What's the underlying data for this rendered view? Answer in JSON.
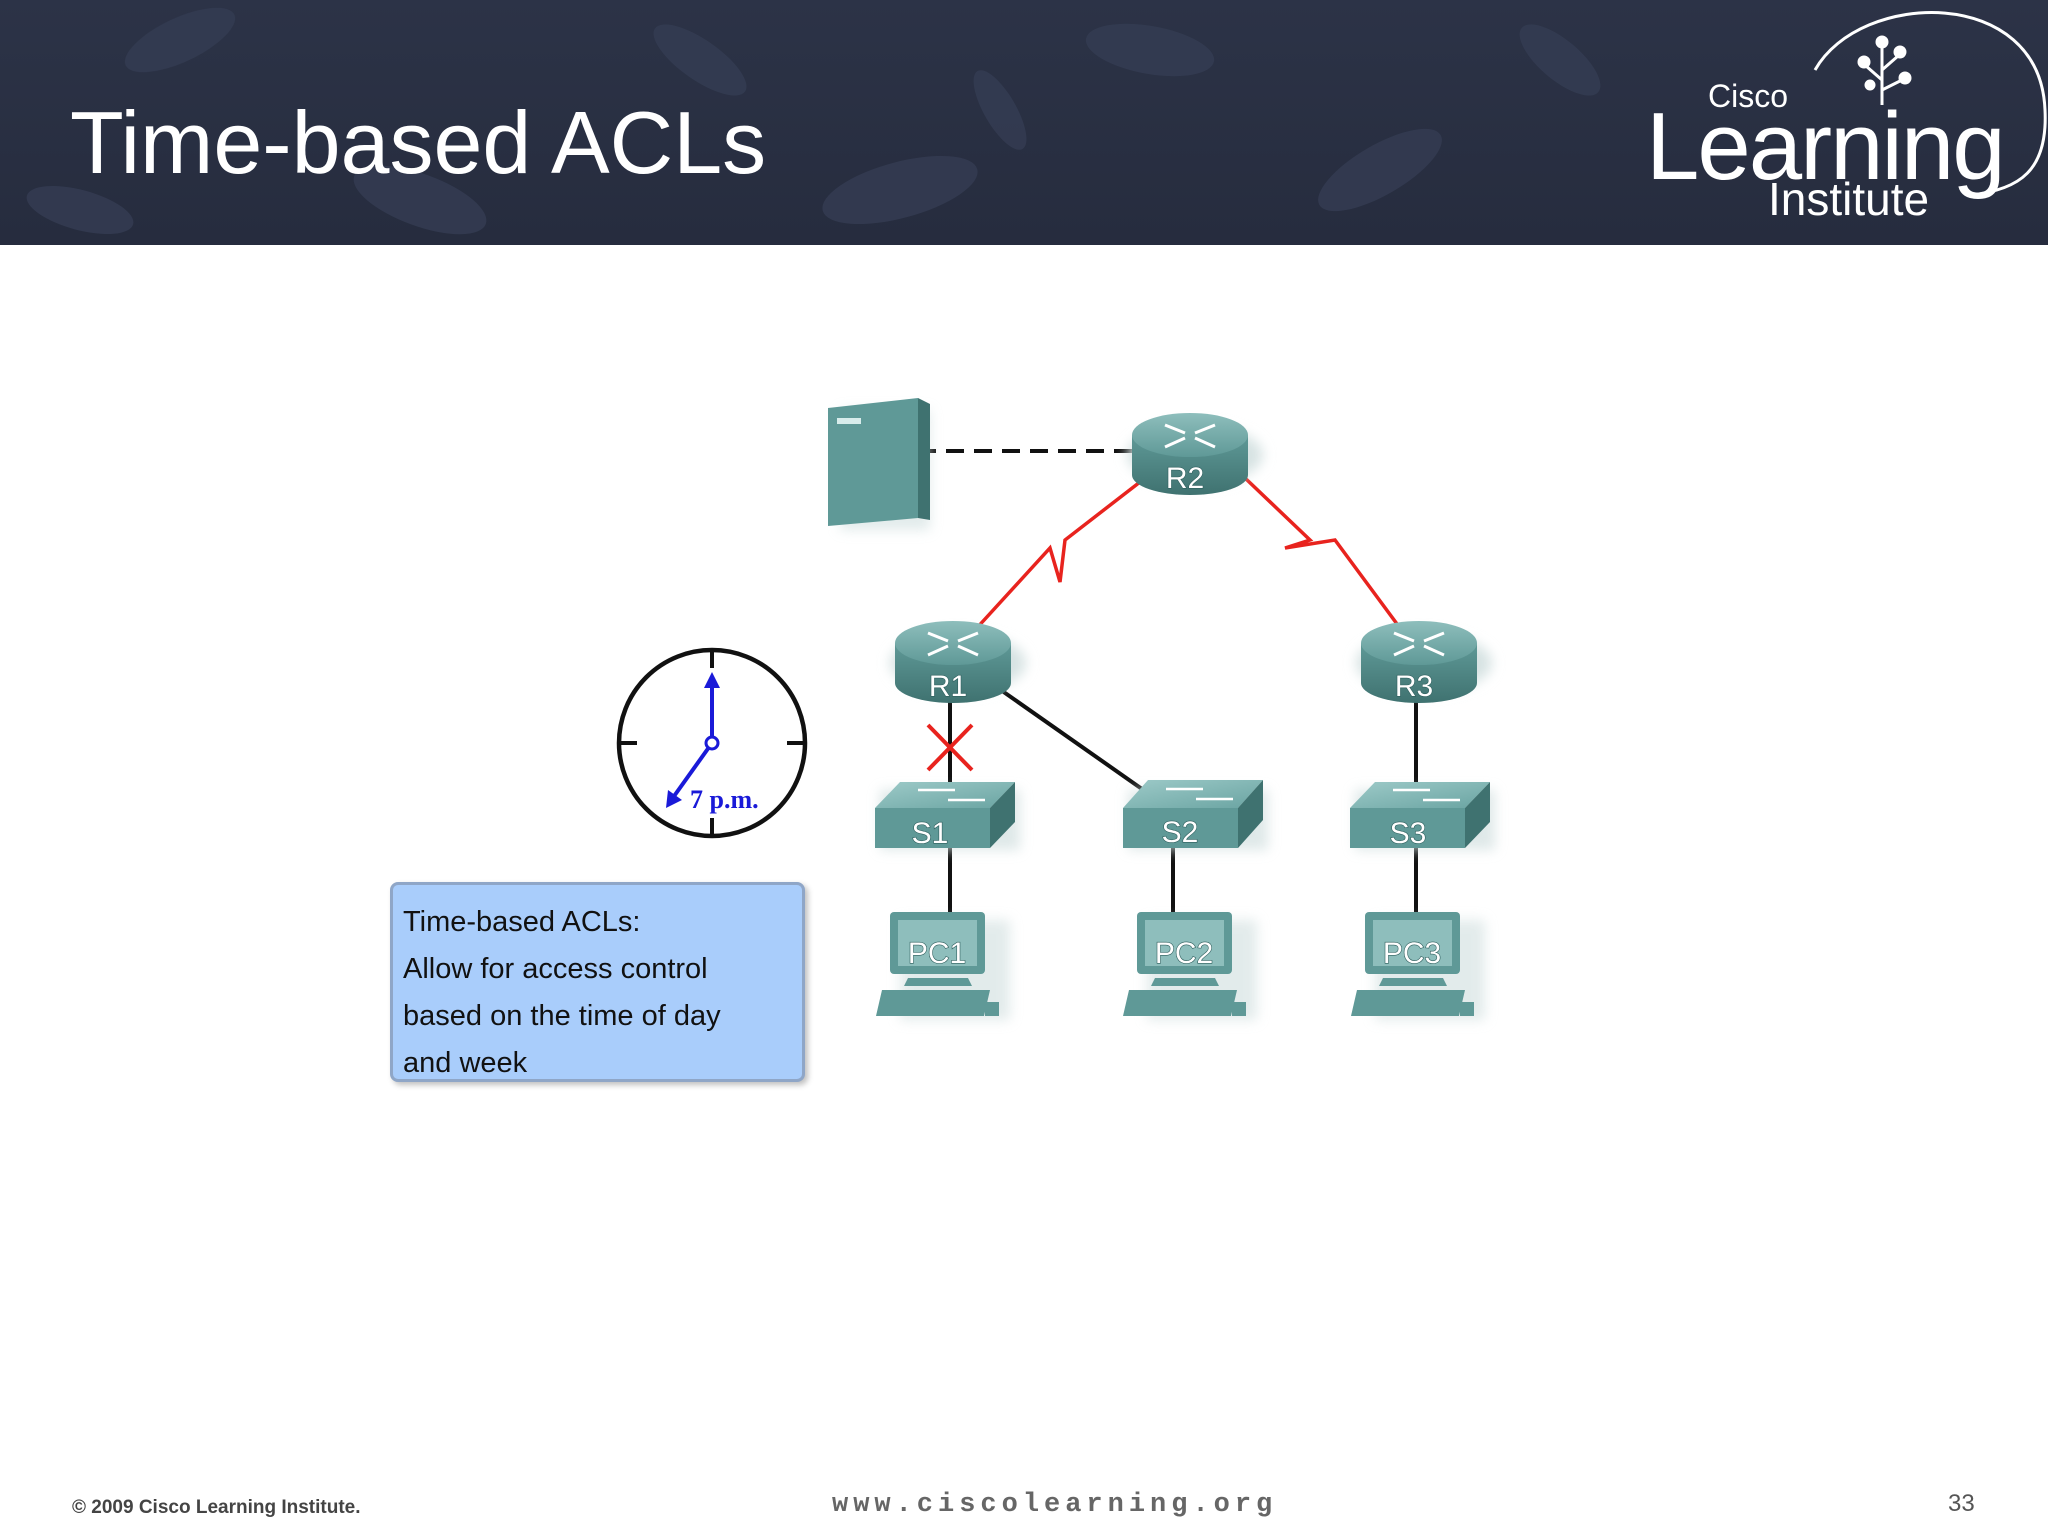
{
  "slide": {
    "title": "Time-based ACLs",
    "page_number": "33"
  },
  "logo": {
    "line1": "Cisco",
    "line2": "Learning",
    "line3": "Institute"
  },
  "footer": {
    "copyright": "© 2009 Cisco Learning Institute.",
    "url": "www.ciscolearning.org"
  },
  "diagram": {
    "routers": [
      "R2",
      "R1",
      "R3"
    ],
    "switches": [
      "S1",
      "S2",
      "S3"
    ],
    "pcs": [
      "PC1",
      "PC2",
      "PC3"
    ],
    "clock_label": "7 p.m.",
    "link_colors": {
      "serial": "#e8231e",
      "ethernet": "#111111",
      "blocked": "#e8231e",
      "device": "#5f9997"
    }
  },
  "callout": {
    "lines": [
      "Time-based ACLs:",
      "Allow for access control",
      "based on the time of day",
      "and week"
    ]
  }
}
